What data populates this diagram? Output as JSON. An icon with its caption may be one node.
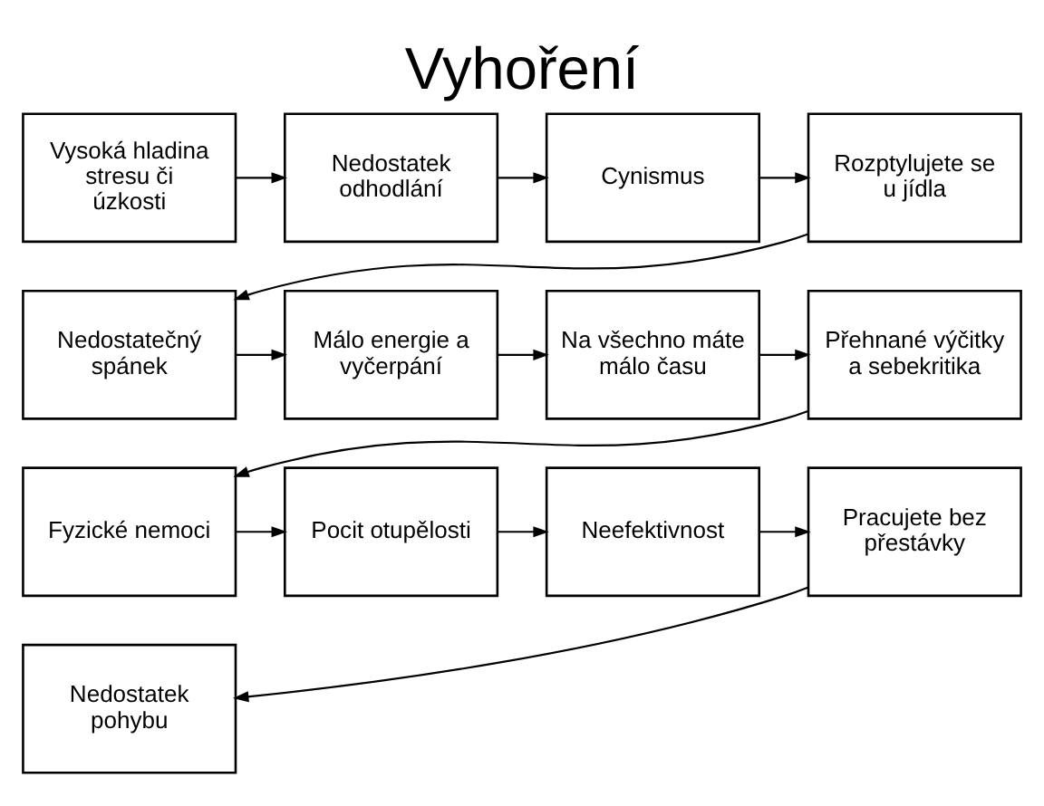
{
  "diagram": {
    "title": "Vyhoření",
    "nodes": [
      {
        "text": [
          "Vysoká hladina stresu či úzkosti"
        ]
      },
      {
        "text": [
          "Nedostatek odhodlání"
        ]
      },
      {
        "text": [
          "Cynismus"
        ]
      },
      {
        "text": [
          "Rozptylujete se u jídla"
        ]
      },
      {
        "text": [
          "Nedostatečný spánek"
        ]
      },
      {
        "text": [
          "Málo energie a vyčerpání"
        ]
      },
      {
        "text": [
          "Na všechno máte málo času"
        ]
      },
      {
        "text": [
          "Přehnané výčitky a sebekritika"
        ]
      },
      {
        "text": [
          "Fyzické nemoci"
        ]
      },
      {
        "text": [
          "Pocit otupělosti"
        ]
      },
      {
        "text": [
          "Neefektivnost"
        ]
      },
      {
        "text": [
          "Pracujete bez přestávky"
        ]
      },
      {
        "text": [
          "Nedostatek pohybu"
        ]
      }
    ],
    "edges": [
      {
        "from": 0,
        "to": 1,
        "arrow": "to"
      },
      {
        "from": 1,
        "to": 2,
        "arrow": "to"
      },
      {
        "from": 2,
        "to": 3,
        "arrow": "to"
      },
      {
        "from": 3,
        "to": 4,
        "arrow": "to"
      },
      {
        "from": 4,
        "to": 5,
        "arrow": "to"
      },
      {
        "from": 5,
        "to": 6,
        "arrow": "to"
      },
      {
        "from": 6,
        "to": 7,
        "arrow": "to"
      },
      {
        "from": 7,
        "to": 8,
        "arrow": "to"
      },
      {
        "from": 8,
        "to": 9,
        "arrow": "to"
      },
      {
        "from": 9,
        "to": 10,
        "arrow": "to"
      },
      {
        "from": 10,
        "to": 11,
        "arrow": "to"
      },
      {
        "from": 11,
        "to": 12,
        "arrow": "to"
      }
    ]
  }
}
